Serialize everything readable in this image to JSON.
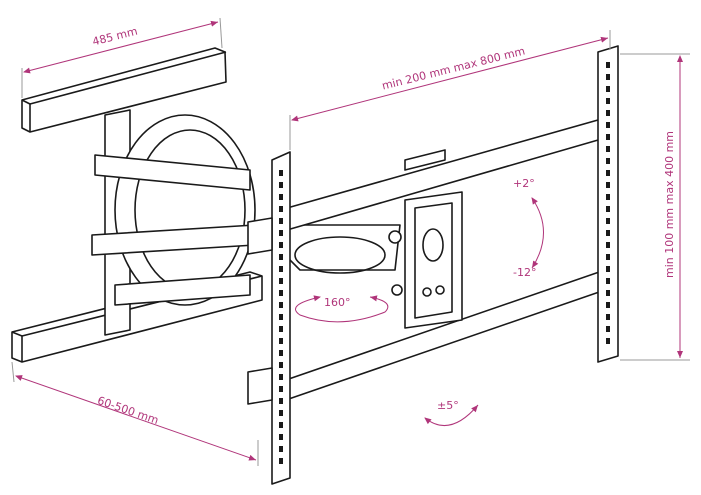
{
  "diagram": {
    "accent_color": "#b0357a",
    "line_color": "#1a1a1a",
    "dimensions": {
      "wall_plate_width": "485 mm",
      "horizontal_vesa": "min 200 mm max 800 mm",
      "vertical_vesa": "min 100 mm max 400 mm",
      "wall_distance": "60-500 mm"
    },
    "angles": {
      "tilt_up": "+2°",
      "tilt_down": "-12°",
      "swivel": "160°",
      "rotation": "±5°"
    }
  }
}
